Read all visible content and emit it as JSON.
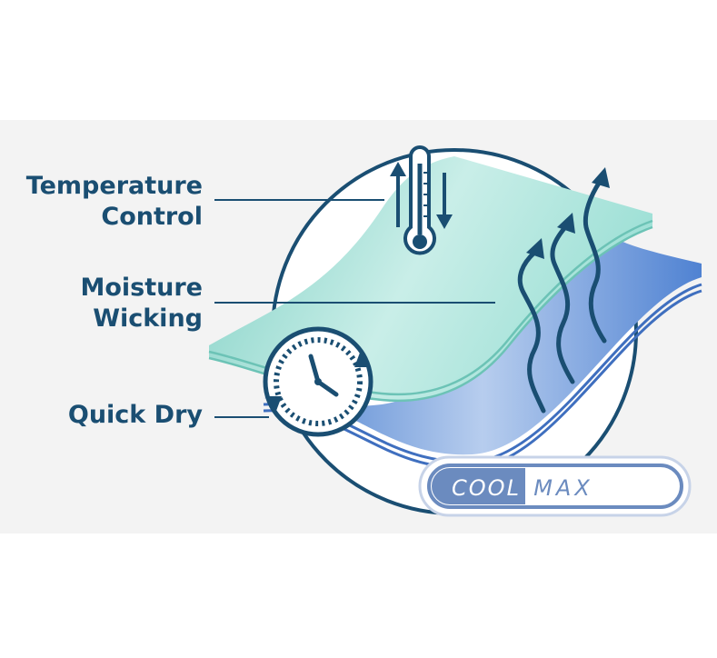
{
  "labels": {
    "temperature_control": [
      "Temperature",
      "Control"
    ],
    "moisture_wicking": [
      "Moisture",
      "Wicking"
    ],
    "quick_dry": "Quick Dry"
  },
  "logo": {
    "left_text": "COOL",
    "right_text": "MAX"
  },
  "icons": [
    "thermometer-icon",
    "up-down-arrows-icon",
    "rising-wavy-arrows-icon",
    "clock-icon"
  ],
  "colors": {
    "background_band": "#f3f3f3",
    "navy": "#1a4e72",
    "teal_layer": "#a8e2d8",
    "blue_layer": "#5b8fd6",
    "logo_blue": "#6b8bbf"
  }
}
